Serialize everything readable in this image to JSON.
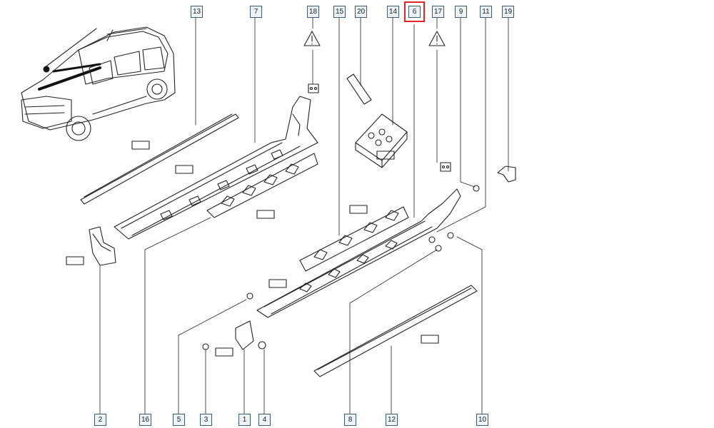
{
  "diagram": {
    "highlight_color": "#e0242c",
    "callouts_top": [
      {
        "label": "13"
      },
      {
        "label": "7"
      },
      {
        "label": "18"
      },
      {
        "label": "15"
      },
      {
        "label": "20"
      },
      {
        "label": "14"
      },
      {
        "label": "6",
        "highlighted": true
      },
      {
        "label": "17"
      },
      {
        "label": "9"
      },
      {
        "label": "11"
      },
      {
        "label": "19"
      }
    ],
    "callouts_bottom": [
      {
        "label": "2"
      },
      {
        "label": "16"
      },
      {
        "label": "5"
      },
      {
        "label": "3"
      },
      {
        "label": "1"
      },
      {
        "label": "4"
      },
      {
        "label": "8"
      },
      {
        "label": "12"
      },
      {
        "label": "10"
      }
    ],
    "warning_icons": [
      "warning-triangle-icon",
      "warning-triangle-icon"
    ]
  }
}
